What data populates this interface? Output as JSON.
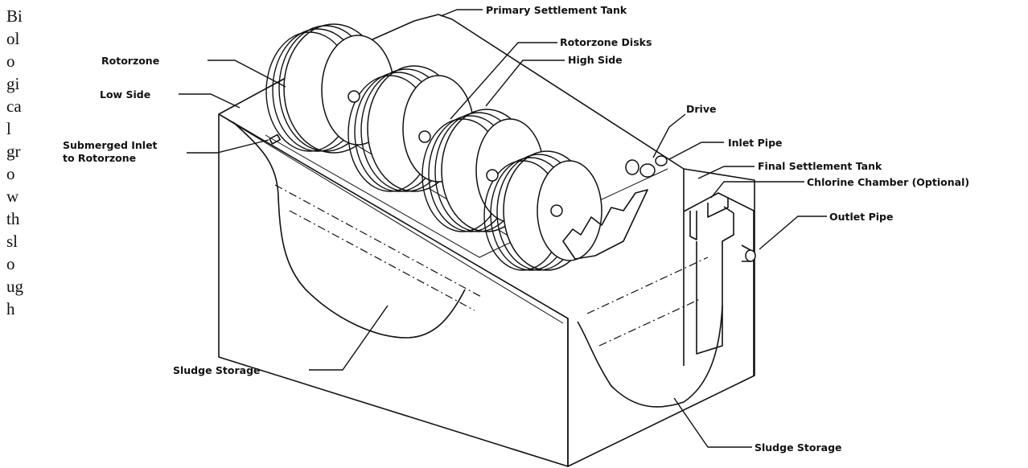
{
  "side_text": [
    "Bi",
    "ol",
    "o",
    "gi",
    "ca",
    "l",
    "gr",
    "o",
    "w",
    "th",
    "sl",
    "o",
    "ug",
    "h"
  ],
  "labels": {
    "primary_settlement_tank": "Primary Settlement Tank",
    "rotorzone": "Rotorzone",
    "rotorzone_disks": "Rotorzone Disks",
    "high_side": "High Side",
    "low_side": "Low Side",
    "drive": "Drive",
    "submerged_inlet_line1": "Submerged Inlet",
    "submerged_inlet_line2": "to Rotorzone",
    "inlet_pipe": "Inlet Pipe",
    "final_settlement_tank": "Final Settlement Tank",
    "chlorine_chamber": "Chlorine Chamber  (Optional)",
    "outlet_pipe": "Outlet Pipe",
    "sludge_storage_left": "Sludge Storage",
    "sludge_storage_right": "Sludge Storage"
  },
  "colors": {
    "ink": "#111111",
    "background": "#ffffff"
  }
}
